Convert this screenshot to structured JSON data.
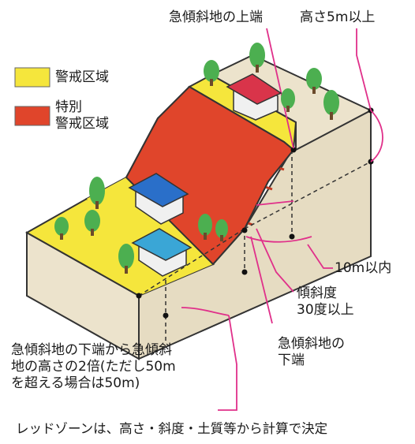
{
  "legend": {
    "items": [
      {
        "label": "警戒区域",
        "color": "#f5e63c"
      },
      {
        "label": "特別\n警戒区域",
        "color": "#e0452b"
      }
    ]
  },
  "annotations": {
    "slope_top": "急傾斜地の上端",
    "height": "高さ5m以上",
    "within_10m": "10m以内",
    "slope_angle": "傾斜度\n30度以上",
    "slope_bottom": "急傾斜地の\n下端",
    "twice_height": "急傾斜地の下端から急傾斜\n地の高さの2倍(ただし50m\nを超える場合は50m)"
  },
  "footer": "レッドゾーンは、高さ・斜度・土質等から計算で決定",
  "colors": {
    "yellow_zone": "#f5e63c",
    "red_zone": "#e0452b",
    "leader_line": "#e0308a",
    "block_face": "#ece3cc",
    "block_side": "#ddd2b6",
    "tree": "#4caf50",
    "house_red_roof": "#d9344a",
    "house_blue_roof": "#2a6fc9",
    "house_cyan_roof": "#3aa6d6"
  },
  "icons": [
    "tree-icon",
    "house-icon"
  ]
}
